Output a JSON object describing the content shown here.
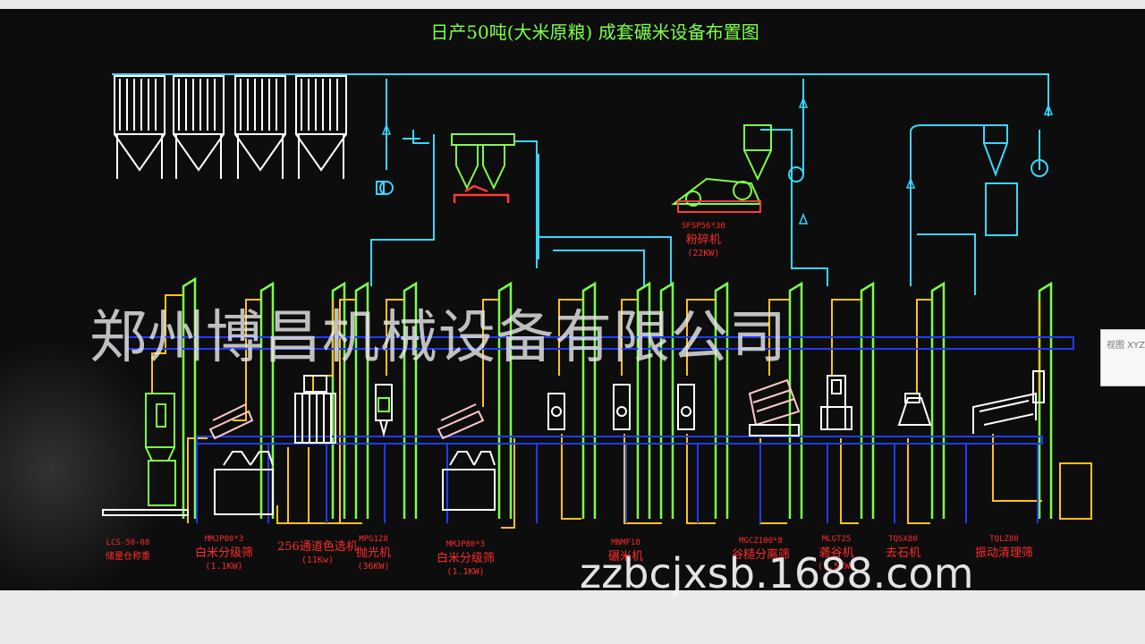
{
  "diagram": {
    "title": "日产50吨(大米原粮) 成套碾米设备布置图",
    "side_panel_label": "视图 XYZ",
    "equipment": [
      {
        "model": "LCS-50-08",
        "name": "储量仓称重",
        "power": ""
      },
      {
        "model": "MMJP80*3",
        "name": "白米分级筛",
        "power": "(1.1KW)"
      },
      {
        "model": "",
        "name": "256通道色选机",
        "power": "(11Kw)"
      },
      {
        "model": "MPG128",
        "name": "抛光机",
        "power": "(36KW)"
      },
      {
        "model": "MMJP80*3",
        "name": "白米分级筛",
        "power": "(1.1KW)"
      },
      {
        "model": "MNMF18",
        "name": "碾米机",
        "power": ""
      },
      {
        "model": "MGCZ100*8",
        "name": "谷糙分离筛",
        "power": ""
      },
      {
        "model": "MLGT25",
        "name": "砻谷机",
        "power": "(7.5KW)"
      },
      {
        "model": "TQSX80",
        "name": "去石机",
        "power": ""
      },
      {
        "model": "TQLZ80",
        "name": "振动清理筛",
        "power": ""
      },
      {
        "model": "SFSP56*30",
        "name": "粉碎机",
        "power": "(22KW)"
      }
    ],
    "colors": {
      "elevator": "#7dff4a",
      "pipe": "#39d6ff",
      "platform": "#1f3cff",
      "chute": "#ffc21a",
      "machine": "#ffffff",
      "label": "#ff2a2a"
    }
  },
  "watermark": {
    "company": "郑州博昌机械设备有限公司",
    "url": "zzbcjxsb.1688.com"
  }
}
